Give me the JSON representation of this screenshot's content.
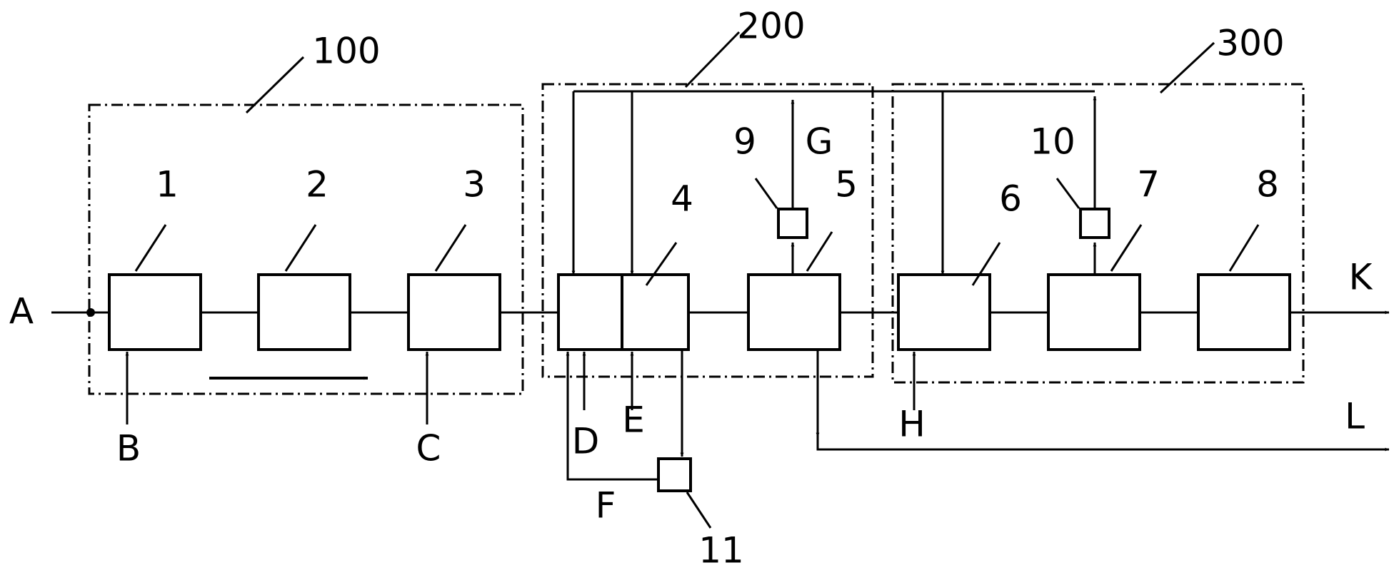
{
  "groups": [
    {
      "id": "100",
      "label": "100"
    },
    {
      "id": "200",
      "label": "200"
    },
    {
      "id": "300",
      "label": "300"
    }
  ],
  "units": [
    {
      "id": "1",
      "label": "1"
    },
    {
      "id": "2",
      "label": "2"
    },
    {
      "id": "3",
      "label": "3"
    },
    {
      "id": "4",
      "label": "4"
    },
    {
      "id": "5",
      "label": "5"
    },
    {
      "id": "6",
      "label": "6"
    },
    {
      "id": "7",
      "label": "7"
    },
    {
      "id": "8",
      "label": "8"
    },
    {
      "id": "9",
      "label": "9"
    },
    {
      "id": "10",
      "label": "10"
    },
    {
      "id": "11",
      "label": "11"
    }
  ],
  "streams": {
    "A": "A",
    "B": "B",
    "C": "C",
    "D": "D",
    "E": "E",
    "F": "F",
    "G": "G",
    "H": "H",
    "K": "K",
    "L": "L"
  },
  "connections": [
    {
      "from": "A",
      "to": "1"
    },
    {
      "from": "B",
      "to": "1"
    },
    {
      "from": "1",
      "to": "2"
    },
    {
      "from": "2",
      "to": "3"
    },
    {
      "from": "C",
      "to": "3"
    },
    {
      "from": "3",
      "to": "4"
    },
    {
      "from": "D",
      "to": "4"
    },
    {
      "from": "E",
      "to": "4"
    },
    {
      "from": "4",
      "to": "11"
    },
    {
      "from": "11",
      "to": "4",
      "label": "F"
    },
    {
      "from": "4",
      "to": "5"
    },
    {
      "from": "5",
      "to": "9"
    },
    {
      "from": "9",
      "to": "G"
    },
    {
      "from": "5",
      "to": "L"
    },
    {
      "from": "5",
      "to": "6"
    },
    {
      "from": "H",
      "to": "6"
    },
    {
      "from": "6",
      "to": "7"
    },
    {
      "from": "7",
      "to": "10"
    },
    {
      "from": "7",
      "to": "8"
    },
    {
      "from": "8",
      "to": "K"
    }
  ]
}
